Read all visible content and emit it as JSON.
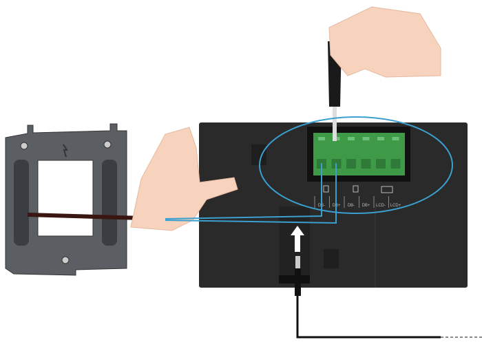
{
  "diagram": {
    "terminal_labels": [
      "DB-",
      "DB+",
      "DB-",
      "DB+",
      "LCD-",
      "LCD+"
    ],
    "colors": {
      "device": "#2a2a2a",
      "terminal": "#3f9a48",
      "highlight": "#3aa0d0",
      "skin": "#f7d2bd",
      "bracket": "#555a60"
    }
  }
}
